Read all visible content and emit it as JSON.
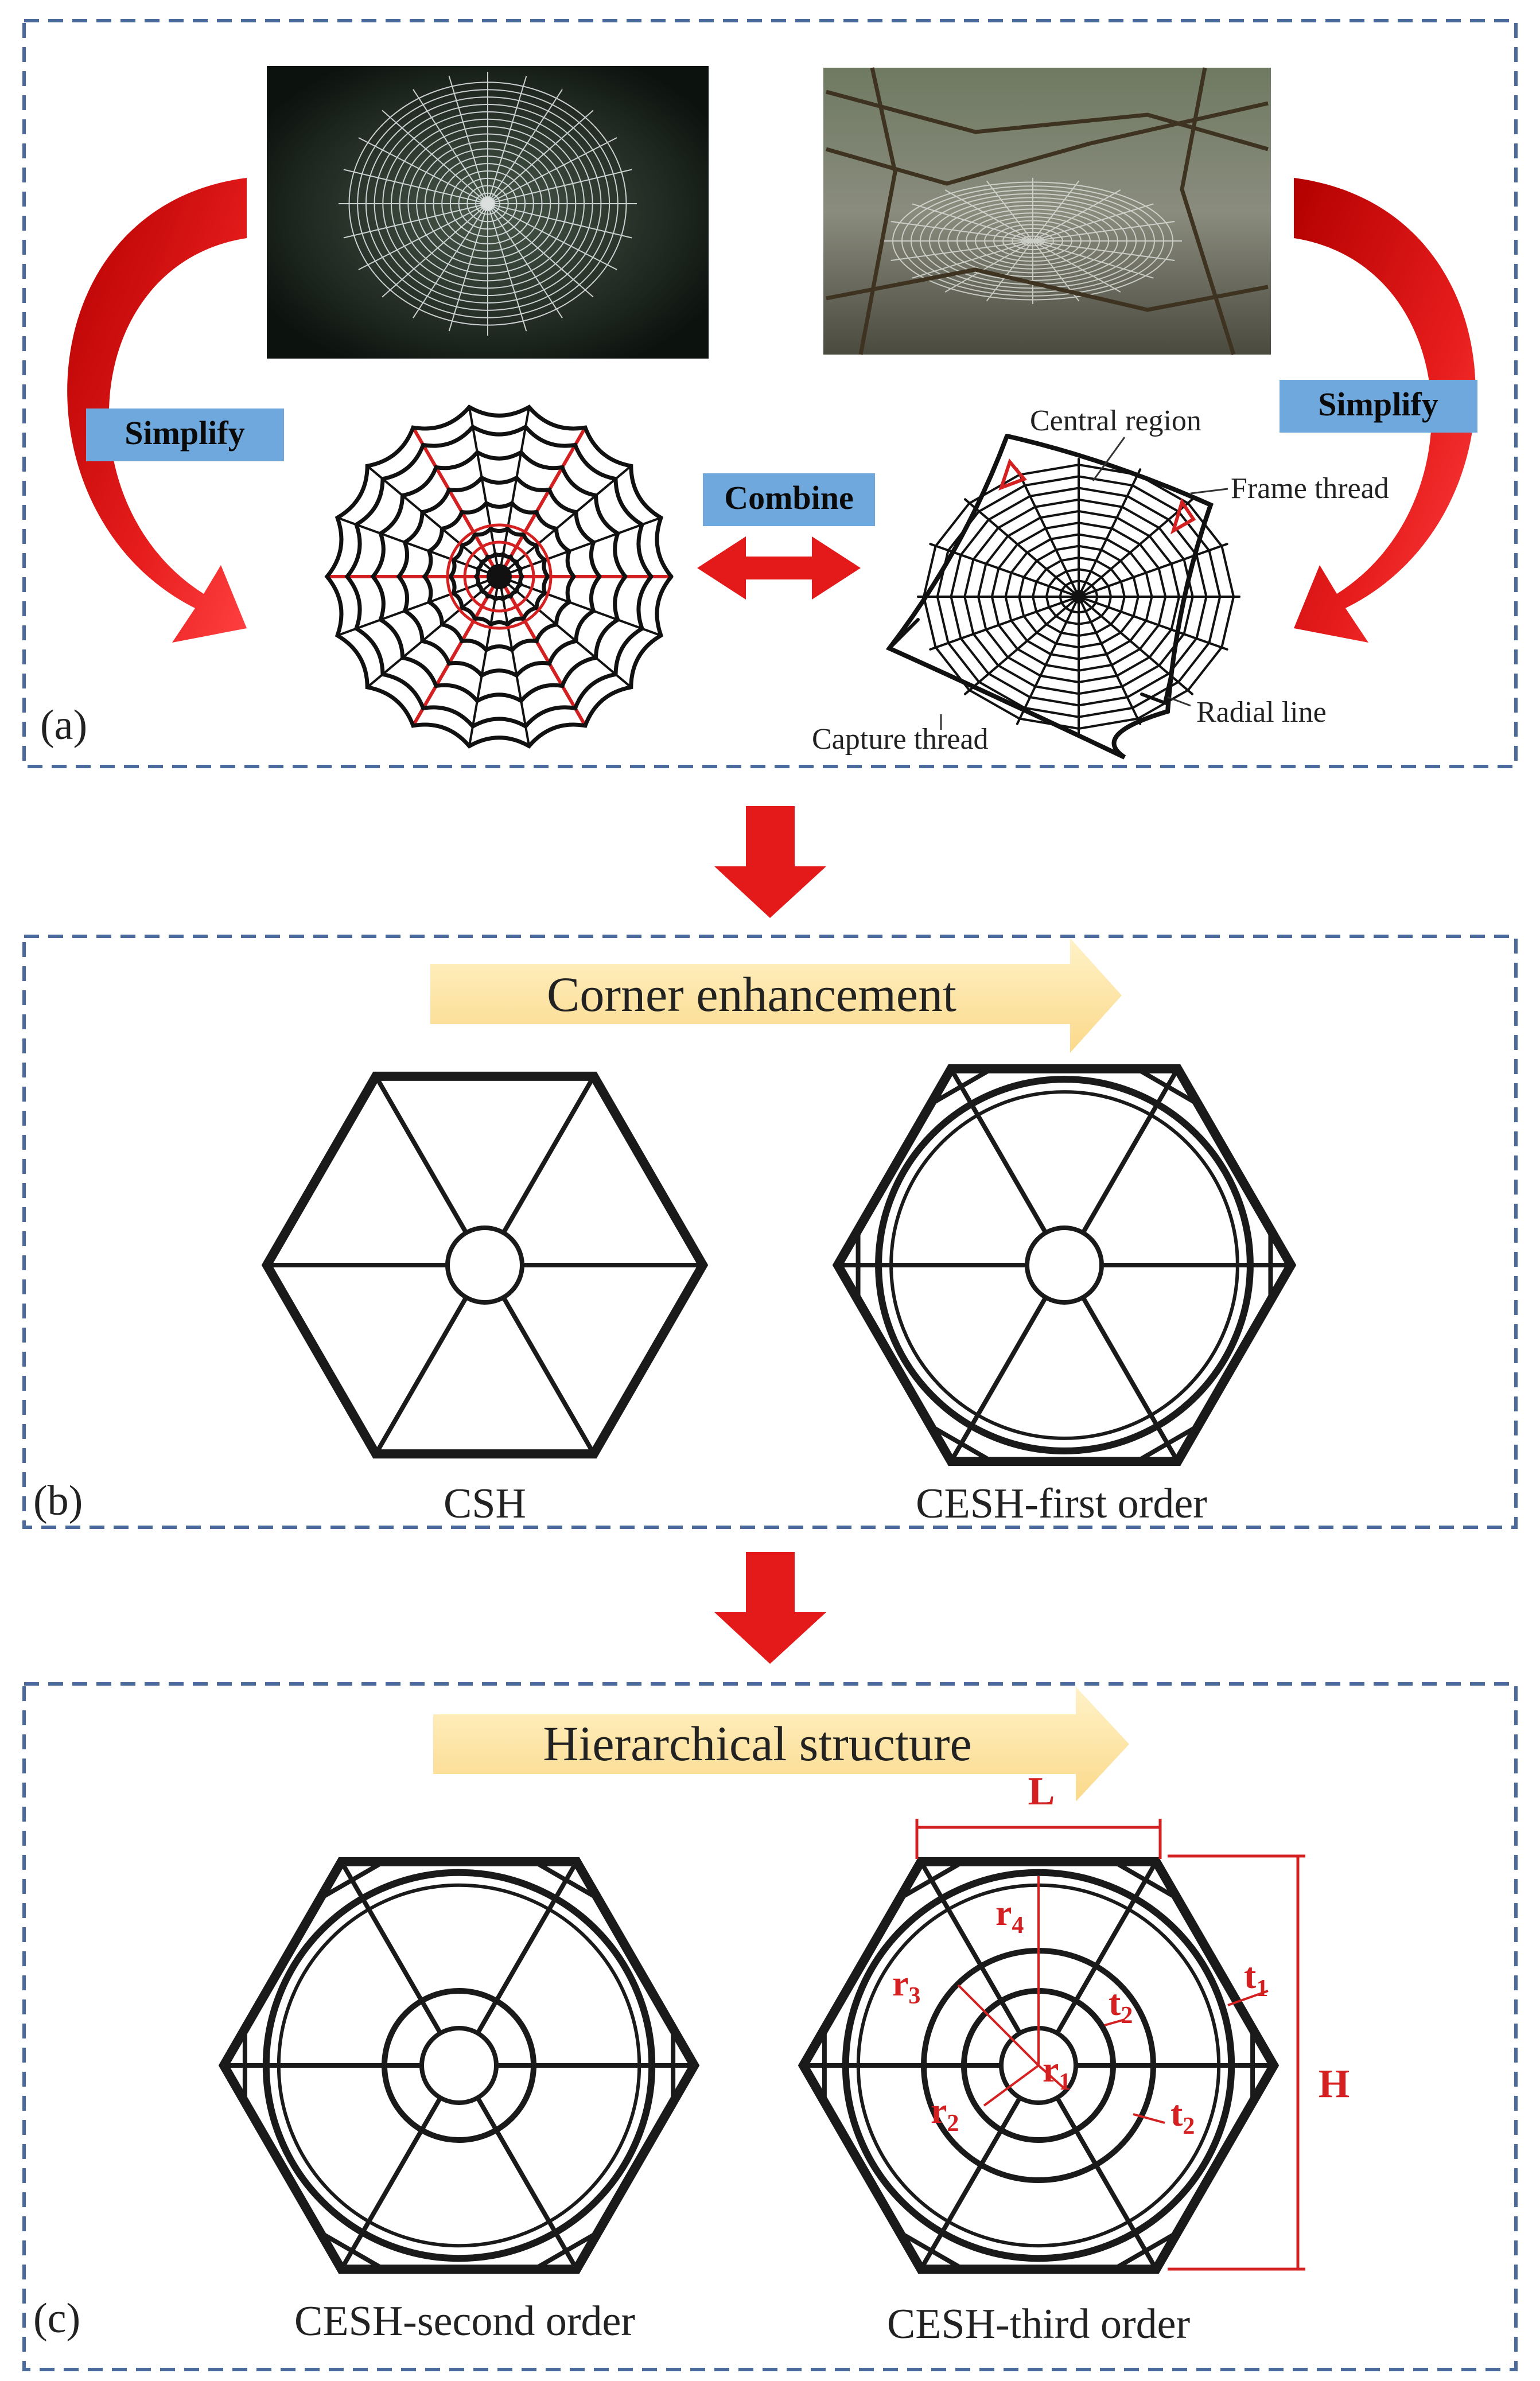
{
  "panel_a": {
    "label": "(a)",
    "simplify_left": "Simplify",
    "simplify_right": "Simplify",
    "combine": "Combine",
    "annotations": {
      "central_region": "Central region",
      "frame_thread": "Frame thread",
      "radial_line": "Radial line",
      "capture_thread": "Capture thread"
    }
  },
  "panel_b": {
    "label": "(b)",
    "banner": "Corner enhancement",
    "caption_left": "CSH",
    "caption_right": "CESH-first order"
  },
  "panel_c": {
    "label": "(c)",
    "banner": "Hierarchical structure",
    "caption_left": "CESH-second order",
    "caption_right": "CESH-third order",
    "dims": {
      "L": "L",
      "H": "H",
      "r": "r",
      "t": "t",
      "r4_sub": "4",
      "r3_sub": "3",
      "r2_sub": "2",
      "r1_sub": "1",
      "t1_sub": "1",
      "t2_sub": "2"
    }
  },
  "colors": {
    "frame_dash": "#4a6a9c",
    "arrow_red": "#e41a1a",
    "banner_fill": "#fde5a2",
    "tag_blue": "#6fa8dc",
    "dim_red": "#d42020",
    "line": "#1a1a1a"
  }
}
